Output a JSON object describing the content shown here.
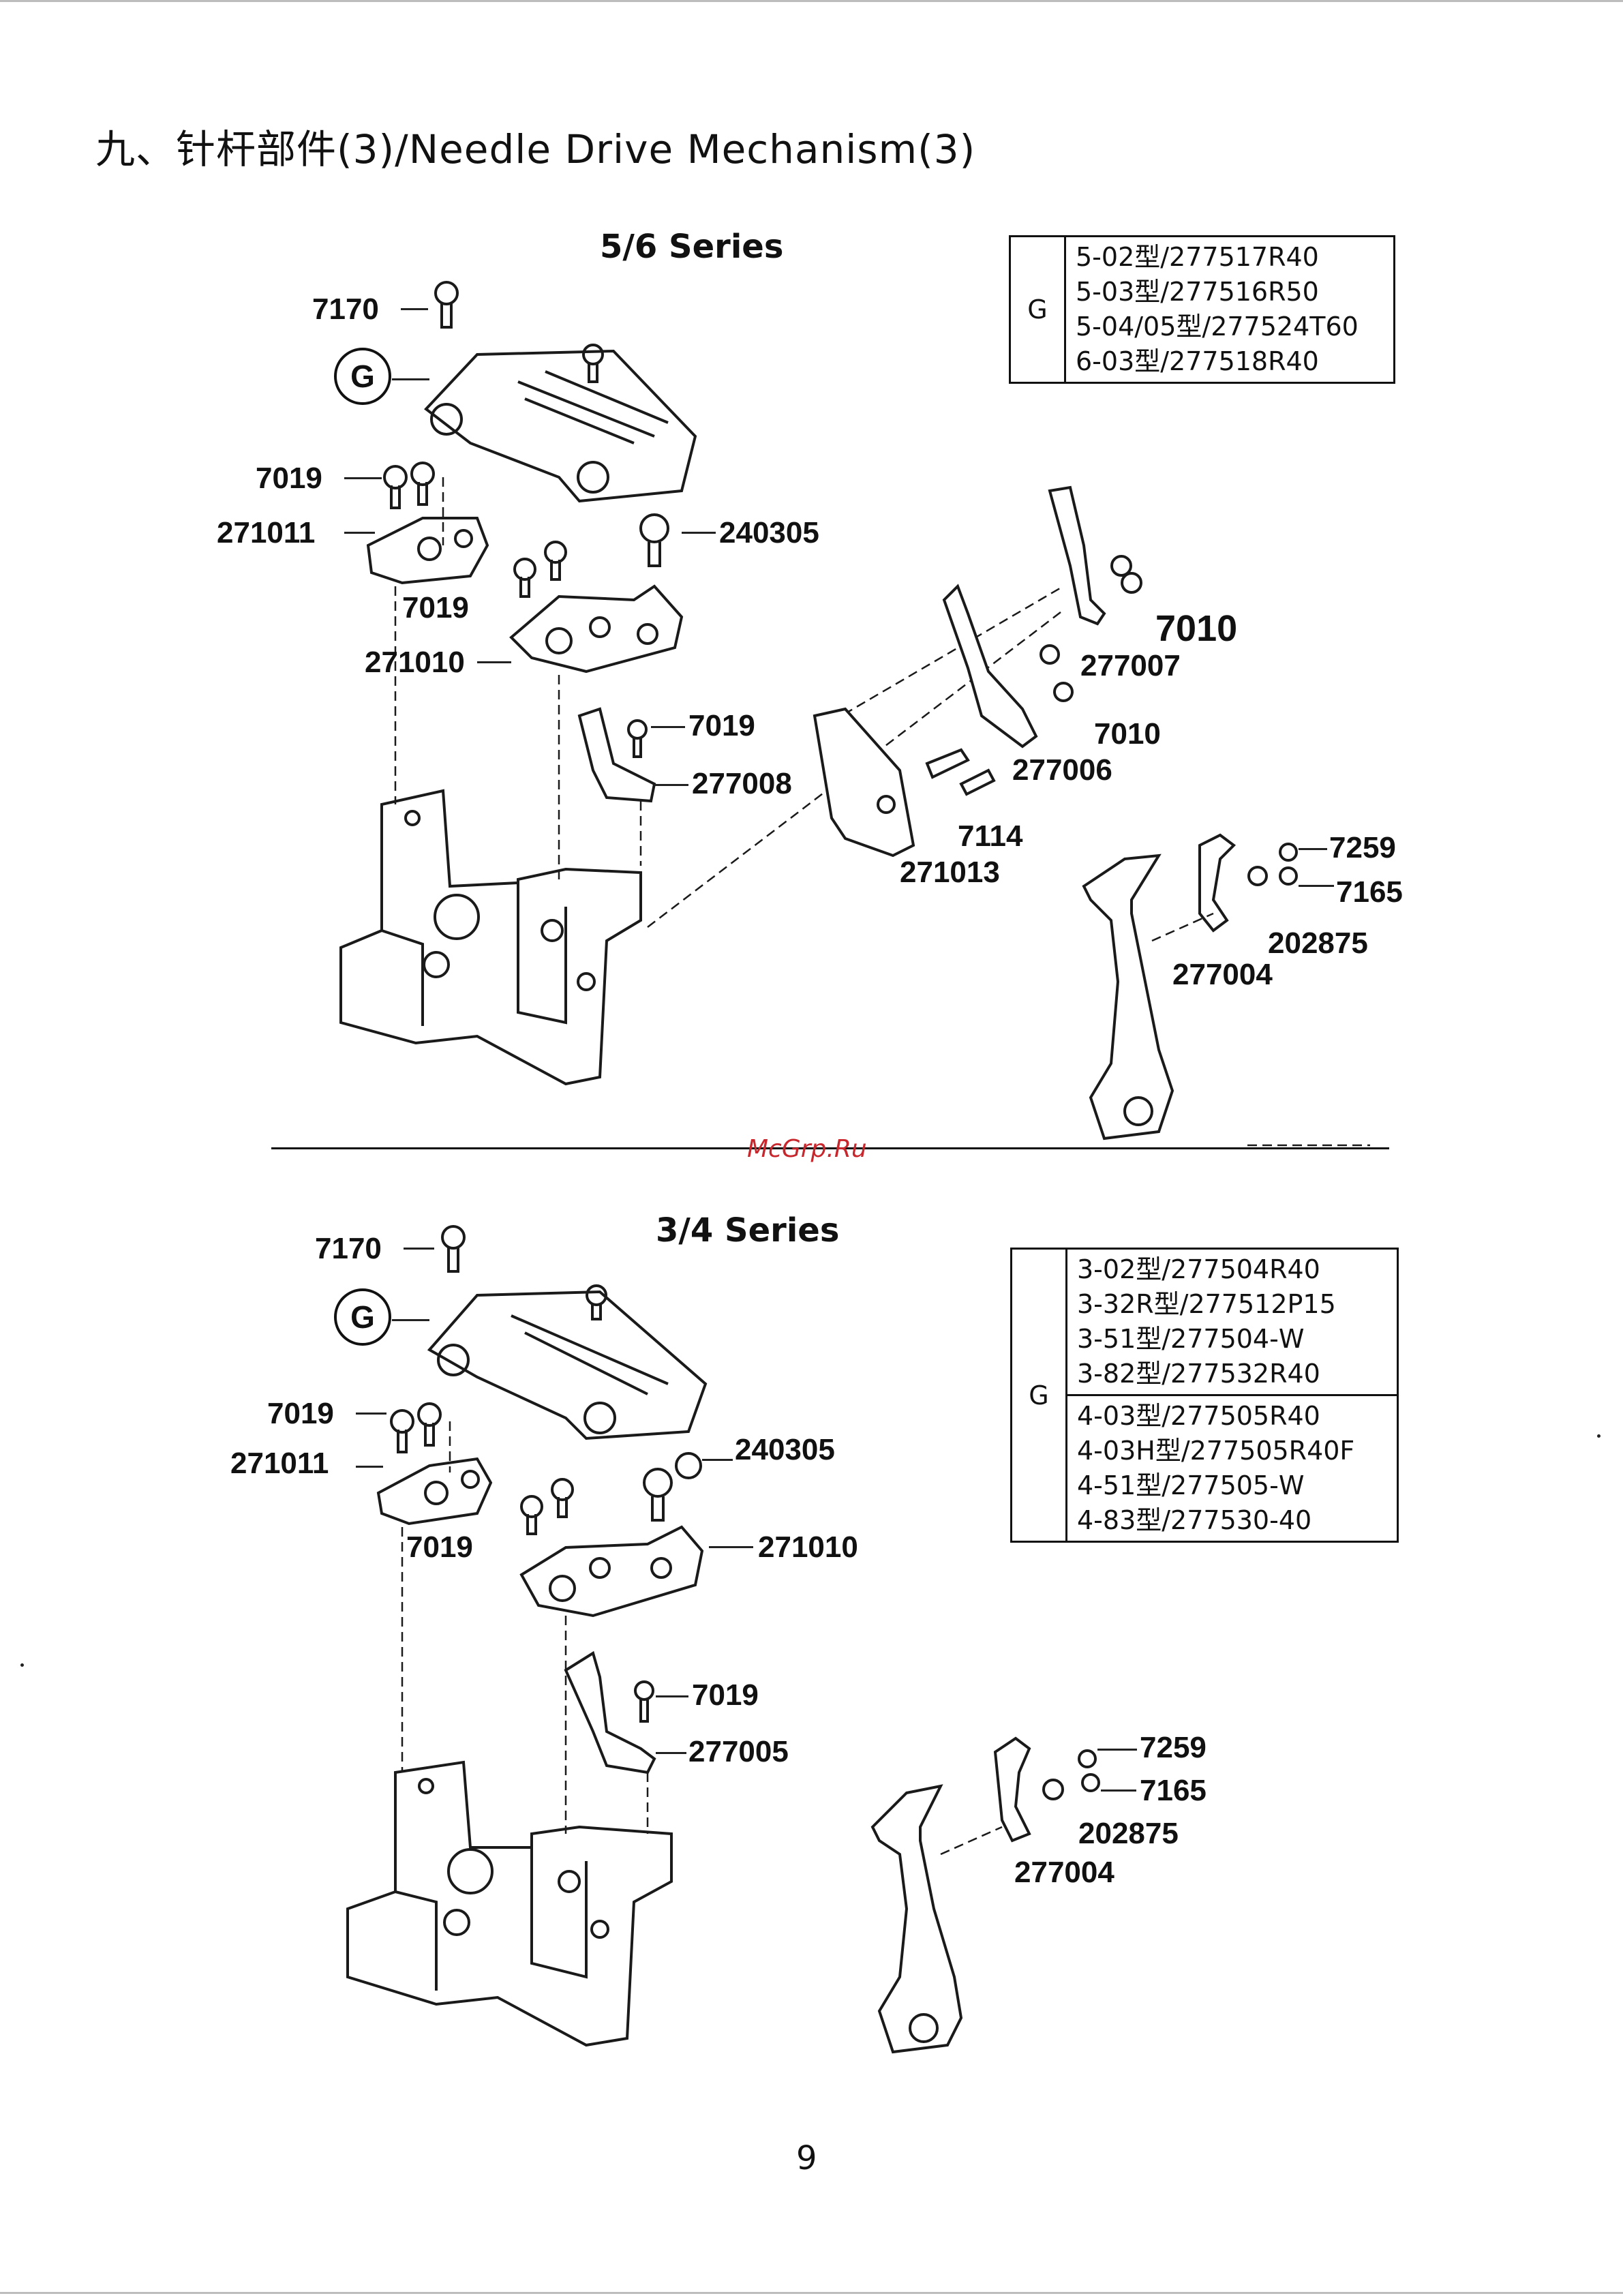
{
  "page": {
    "title": "九、针杆部件(3)/Needle Drive Mechanism(3)",
    "page_number": "9",
    "watermark": "McGrp.Ru"
  },
  "section_56": {
    "series_title": "5/6 Series",
    "g_label": "G",
    "table": {
      "g": "G",
      "rows": [
        "5-02型/277517R40",
        "5-03型/277516R50",
        "5-04/05型/277524T60",
        "6-03型/277518R40"
      ]
    },
    "callouts": {
      "c7170": "7170",
      "c7019a": "7019",
      "c271011": "271011",
      "c7019b": "7019",
      "c271010": "271010",
      "c240305": "240305",
      "c7019c": "7019",
      "c277008": "277008",
      "c7010a": "7010",
      "c277007": "277007",
      "c7010b": "7010",
      "c277006": "277006",
      "c7114": "7114",
      "c271013": "271013",
      "c7259": "7259",
      "c7165": "7165",
      "c202875": "202875",
      "c277004": "277004"
    }
  },
  "section_34": {
    "series_title": "3/4 Series",
    "g_label": "G",
    "table": {
      "g": "G",
      "group1": [
        "3-02型/277504R40",
        "3-32R型/277512P15",
        "3-51型/277504-W",
        "3-82型/277532R40"
      ],
      "group2": [
        "4-03型/277505R40",
        "4-03H型/277505R40F",
        "4-51型/277505-W",
        "4-83型/277530-40"
      ]
    },
    "callouts": {
      "c7170": "7170",
      "c7019a": "7019",
      "c271011": "271011",
      "c7019b": "7019",
      "c240305": "240305",
      "c271010": "271010",
      "c7019c": "7019",
      "c277005": "277005",
      "c7259": "7259",
      "c7165": "7165",
      "c202875": "202875",
      "c277004": "277004"
    }
  }
}
